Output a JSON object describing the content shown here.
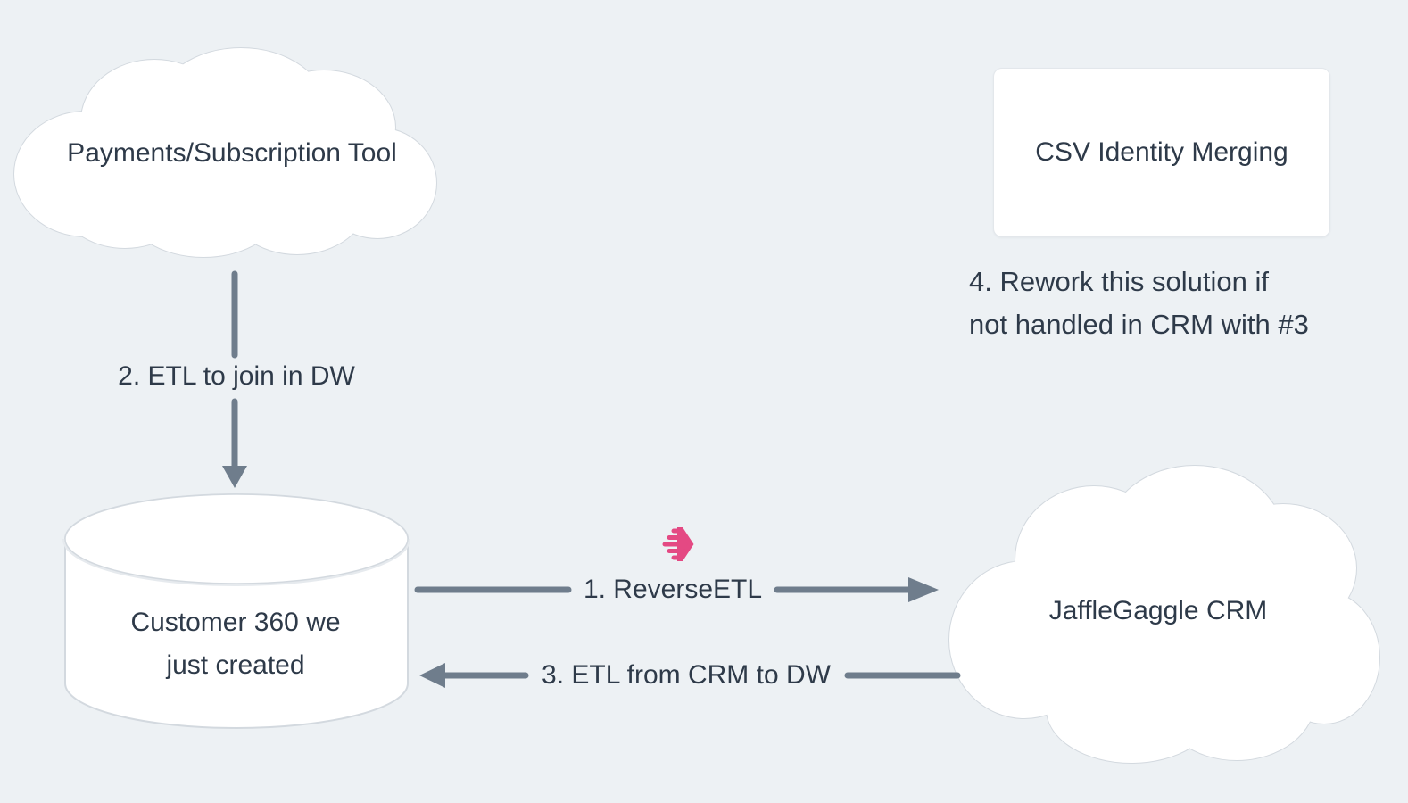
{
  "canvas": {
    "background": "#EDF1F4"
  },
  "colors": {
    "canvas_bg": "#EDF1F4",
    "text": "#2E3A49",
    "arrow": "#6F7D8C",
    "shape_fill": "#FFFFFF",
    "shape_stroke": "#D3D9DF",
    "accent_pink": "#E44983"
  },
  "nodes": {
    "payments_cloud": {
      "type": "cloud",
      "label": "Payments/Subscription Tool"
    },
    "csv_card": {
      "type": "rectangle",
      "label": "CSV Identity Merging"
    },
    "customer360_db": {
      "type": "database-cylinder",
      "label": "Customer 360 we just created"
    },
    "jafflegaggle_cloud": {
      "type": "cloud",
      "label": "JaffleGaggle CRM"
    }
  },
  "edges": {
    "etl_join": {
      "label": "2. ETL to join in DW",
      "direction": "down"
    },
    "reverse_etl": {
      "label": "1. ReverseETL",
      "direction": "right"
    },
    "etl_from_crm": {
      "label": "3. ETL from CRM to DW",
      "direction": "left"
    }
  },
  "annotations": {
    "note4": {
      "lines": [
        "4. Rework this solution if",
        "not handled in CRM with #3"
      ]
    }
  },
  "icons": {
    "reverse_etl_icon": "census-logo"
  }
}
